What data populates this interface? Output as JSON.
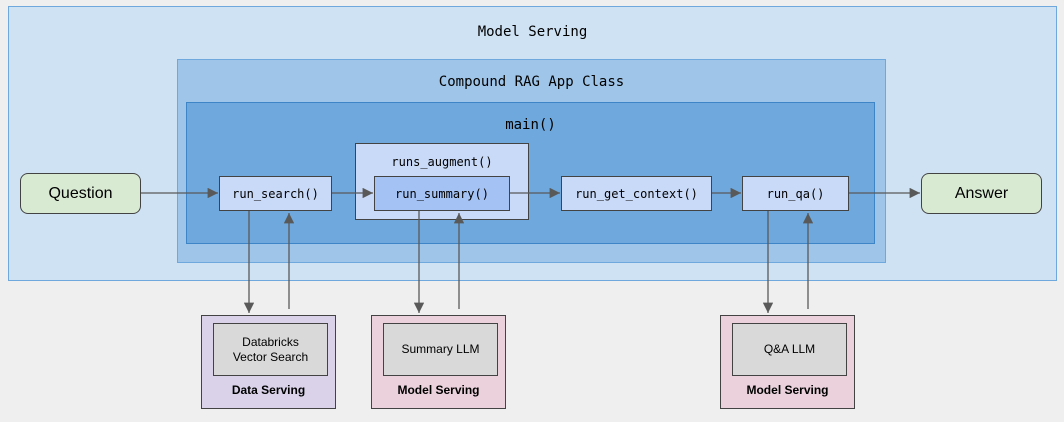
{
  "outer": {
    "title": "Model Serving"
  },
  "app": {
    "title": "Compound RAG App Class"
  },
  "main": {
    "title": "main()"
  },
  "augment": {
    "title": "runs_augment()"
  },
  "functions": {
    "run_search": "run_search()",
    "run_summary": "run_summary()",
    "run_get_context": "run_get_context()",
    "run_qa": "run_qa()"
  },
  "io": {
    "question": "Question",
    "answer": "Answer"
  },
  "services": [
    {
      "inner": "Databricks\nVector Search",
      "label": "Data Serving"
    },
    {
      "inner": "Summary LLM",
      "label": "Model Serving"
    },
    {
      "inner": "Q&A LLM",
      "label": "Model Serving"
    }
  ],
  "colors": {
    "outer_fill": "#cfe2f3",
    "app_fill": "#9fc5e8",
    "main_fill": "#6fa8dc",
    "function_fill": "#c9daf8",
    "terminal_fill": "#d9ead3",
    "data_serving_fill": "#d9d2e9",
    "model_serving_fill": "#ead1dc",
    "arrow": "#595959"
  }
}
